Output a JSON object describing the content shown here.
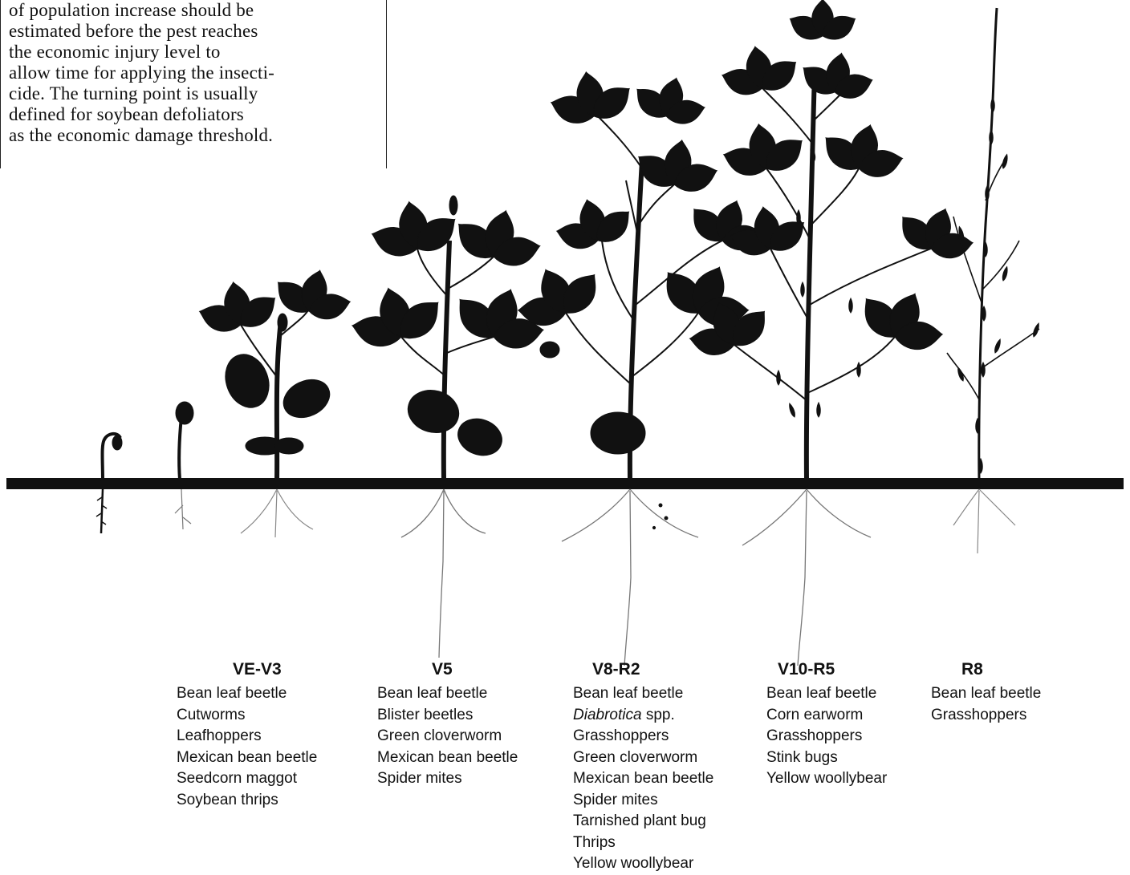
{
  "intro_text": {
    "lines": [
      "of population increase should be",
      "estimated before the pest reaches",
      "the economic injury level to",
      "allow time for applying the insecti-",
      "cide. The turning point is usually",
      "defined for soybean defoliators",
      "as the economic damage threshold."
    ]
  },
  "stages": [
    {
      "title": "VE-V3",
      "pests": [
        "Bean leaf beetle",
        "Cutworms",
        "Leafhoppers",
        "Mexican bean beetle",
        "Seedcorn maggot",
        "Soybean thrips"
      ]
    },
    {
      "title": "V5",
      "pests": [
        "Bean leaf beetle",
        "Blister beetles",
        "Green cloverworm",
        "Mexican bean beetle",
        "Spider mites"
      ]
    },
    {
      "title": "V8-R2",
      "pests": [
        "Bean leaf beetle",
        "Diabrotica spp.",
        "Grasshoppers",
        "Green cloverworm",
        "Mexican bean beetle",
        "Spider mites",
        "Tarnished plant bug",
        "Thrips",
        "Yellow woollybear"
      ]
    },
    {
      "title": "V10-R5",
      "pests": [
        "Bean leaf beetle",
        "Corn earworm",
        "Grasshoppers",
        "Stink bugs",
        "Yellow woollybear"
      ]
    },
    {
      "title": "R8",
      "pests": [
        "Bean leaf beetle",
        "Grasshoppers"
      ]
    }
  ],
  "colors": {
    "ink": "#111111",
    "background": "#ffffff"
  }
}
